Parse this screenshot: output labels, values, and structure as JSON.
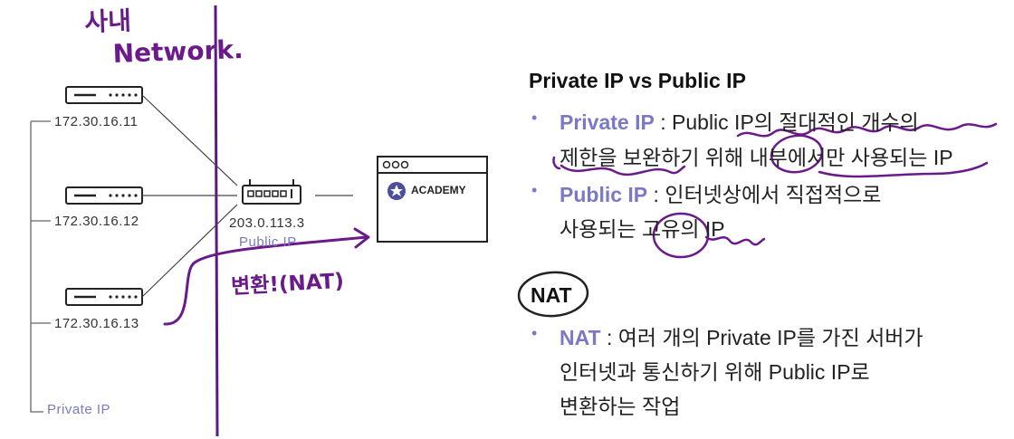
{
  "annotations": {
    "company_network": [
      "사내",
      "Network."
    ],
    "conversion": "변환!(NAT)"
  },
  "left": {
    "hosts": [
      "172.30.16.11",
      "172.30.16.12",
      "172.30.16.13"
    ],
    "private_ip_label": "Private IP",
    "router_ip": "203.0.113.3",
    "public_ip_label": "Public IP",
    "server_label": "ACADEMY"
  },
  "right": {
    "title": "Private IP vs Public IP",
    "items": [
      {
        "term": "Private IP",
        "sep": " : ",
        "lines": [
          "Public IP의 절대적인 개수의",
          "제한을 보완하기 위해 내부에서만 사용되는 IP"
        ]
      },
      {
        "term": "Public IP",
        "sep": " : ",
        "lines": [
          "인터넷상에서 직접적으로",
          "사용되는 고유의 IP"
        ]
      }
    ],
    "nat_title": "NAT",
    "nat_item": {
      "term": "NAT",
      "sep": " : ",
      "lines": [
        "여러 개의 Private IP를 가진 서버가",
        "인터넷과 통신하기 위해 Public IP로",
        "변환하는 작업"
      ]
    }
  },
  "colors": {
    "accent": "#7b78c4",
    "marker": "#6b1a8a"
  }
}
